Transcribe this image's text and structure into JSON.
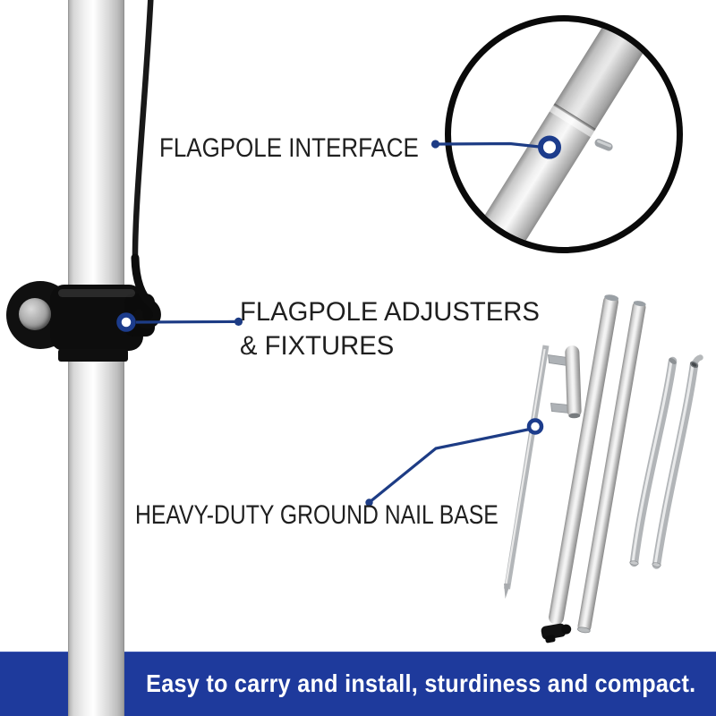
{
  "product_labels": {
    "interface": "FLAGPOLE INTERFACE",
    "adjusters_line1": "FLAGPOLE ADJUSTERS",
    "adjusters_line2": "& FIXTURES",
    "ground_nail": "HEAVY-DUTY GROUND NAIL BASE"
  },
  "banner": {
    "text": "Easy to carry and install, sturdiness and compact.",
    "background_color": "#1e3a9c",
    "text_color": "#ffffff"
  },
  "colors": {
    "annotation_line_blue": "#1d3c85",
    "marker_ring_blue": "#1c3c8c",
    "magnifier_border": "#0a0a0a",
    "clamp_black": "#0d0d0d",
    "pole_silver_light": "#f2f2f2",
    "pole_silver_dark": "#8f8f8f",
    "background": "#ffffff"
  },
  "scene": {
    "description": "Flagpole kit product diagram: assembled pole with strap and clamp, magnified joint interface, and disassembled parts (ground nail base with handle, two straight sections, two curved sections, end cap)"
  }
}
